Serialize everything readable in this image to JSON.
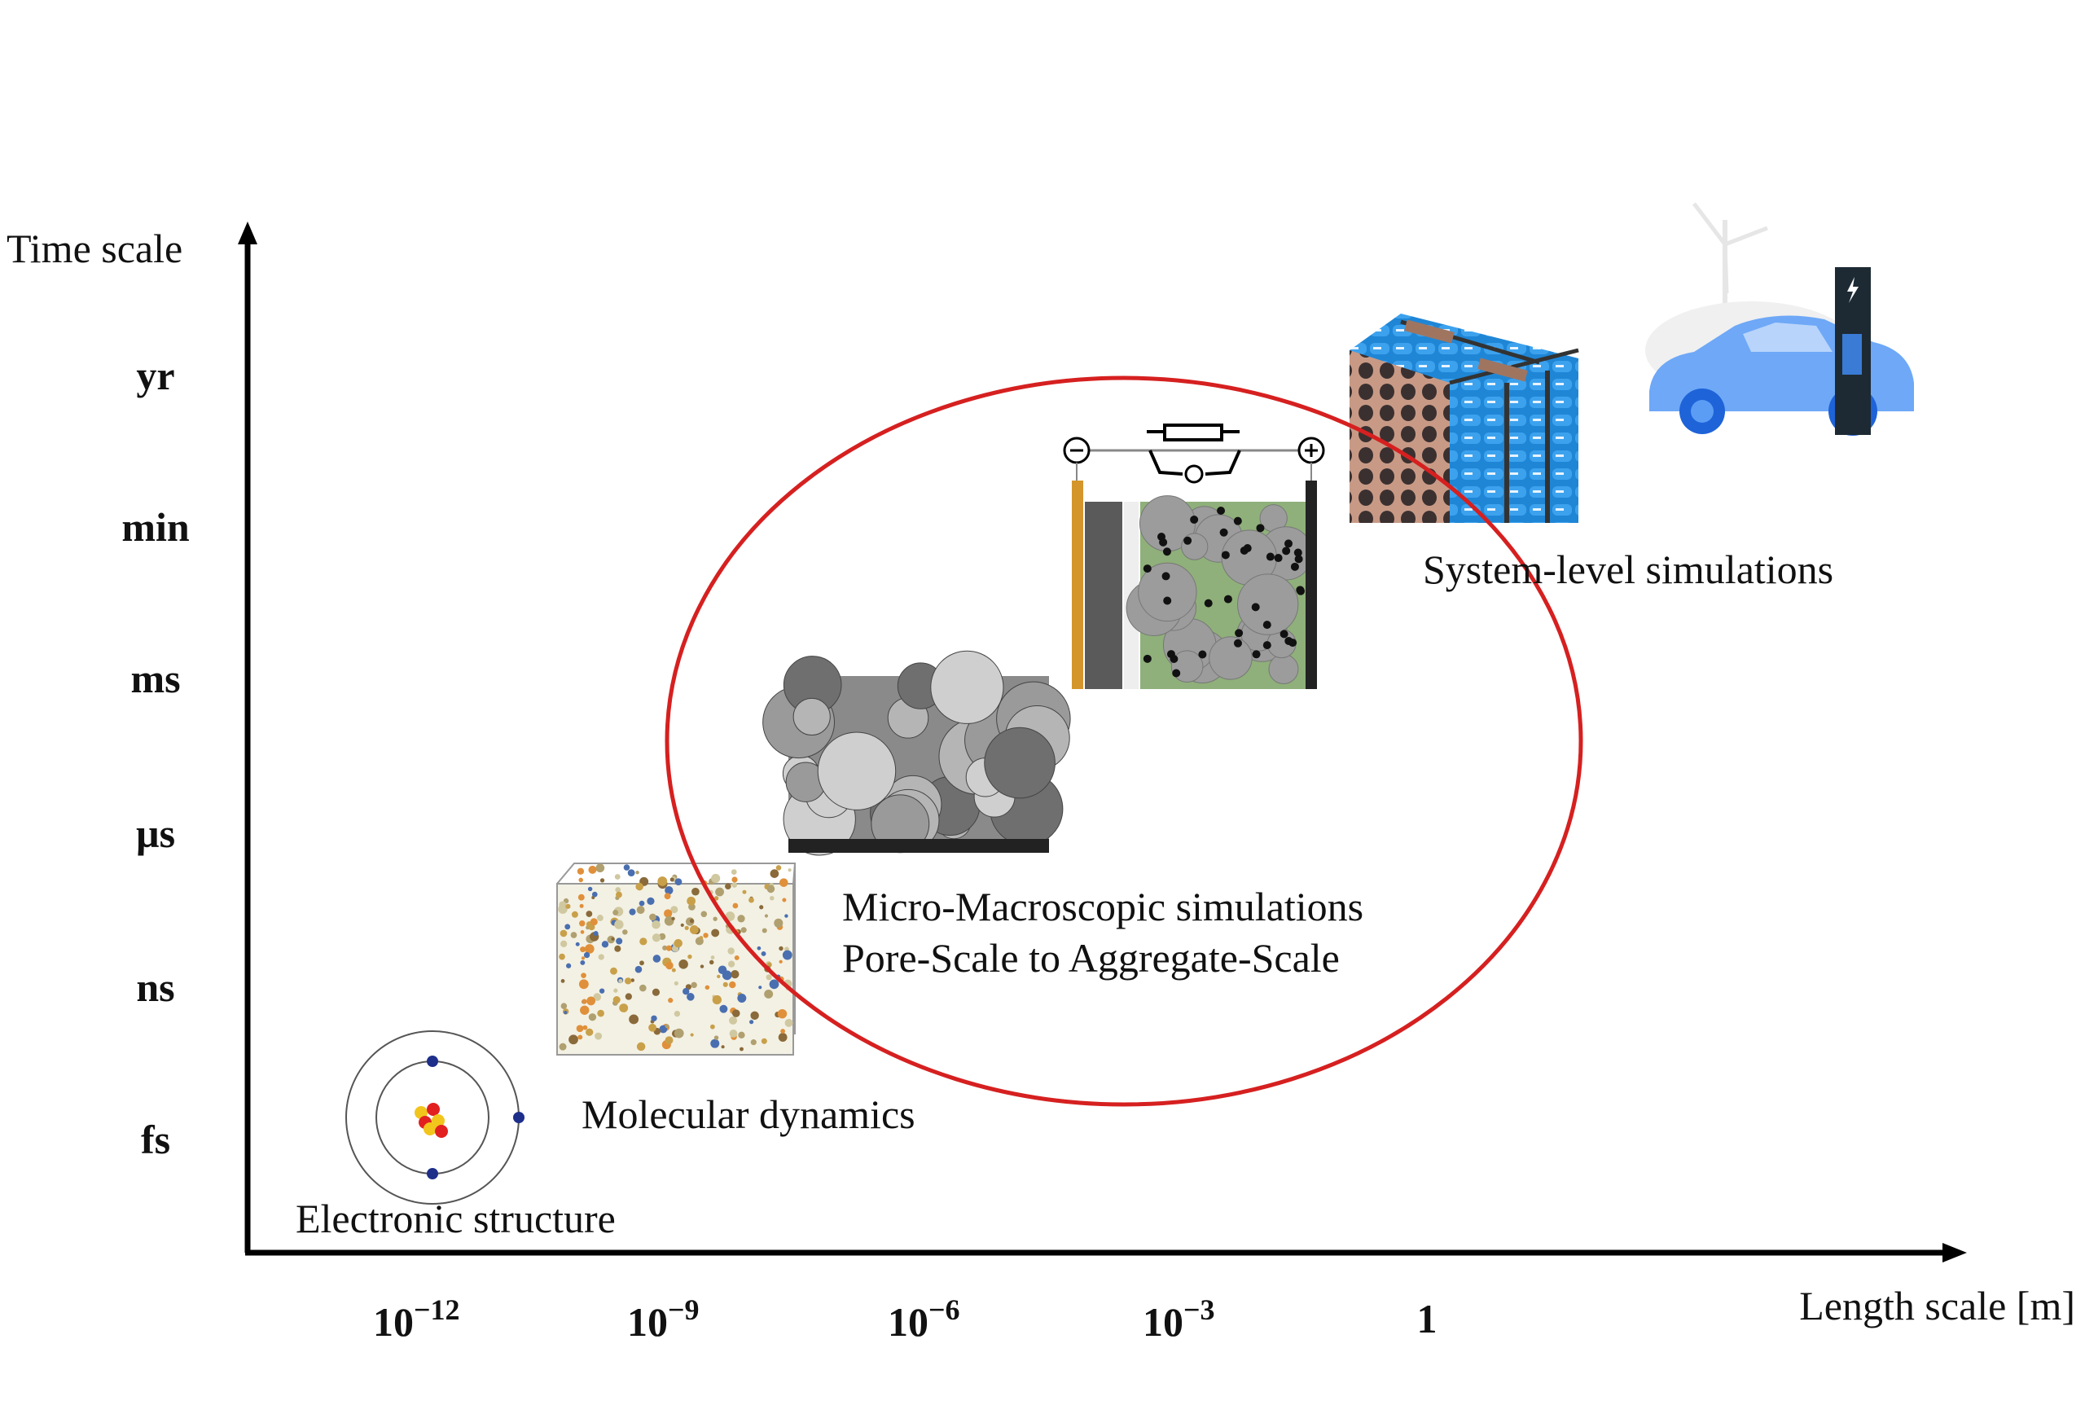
{
  "axes": {
    "y_title": "Time scale",
    "x_title": "Length scale [m]",
    "y_ticks": [
      "yr",
      "min",
      "ms",
      "µs",
      "ns",
      "fs"
    ],
    "x_ticks": [
      {
        "base": "10",
        "exp": "−12"
      },
      {
        "base": "10",
        "exp": "−9"
      },
      {
        "base": "10",
        "exp": "−6"
      },
      {
        "base": "10",
        "exp": "−3"
      },
      {
        "base": "1",
        "exp": ""
      }
    ]
  },
  "captions": {
    "electronic": "Electronic structure",
    "molecular": "Molecular dynamics",
    "micro_line1": "Micro-Macroscopic simulations",
    "micro_line2": "Pore-Scale to Aggregate-Scale",
    "system": "System-level simulations"
  },
  "colors": {
    "axis": "#000000",
    "highlight_ellipse": "#d62020",
    "ev_blue": "#5b9cf5",
    "battery_blue": "#1f86d6"
  }
}
